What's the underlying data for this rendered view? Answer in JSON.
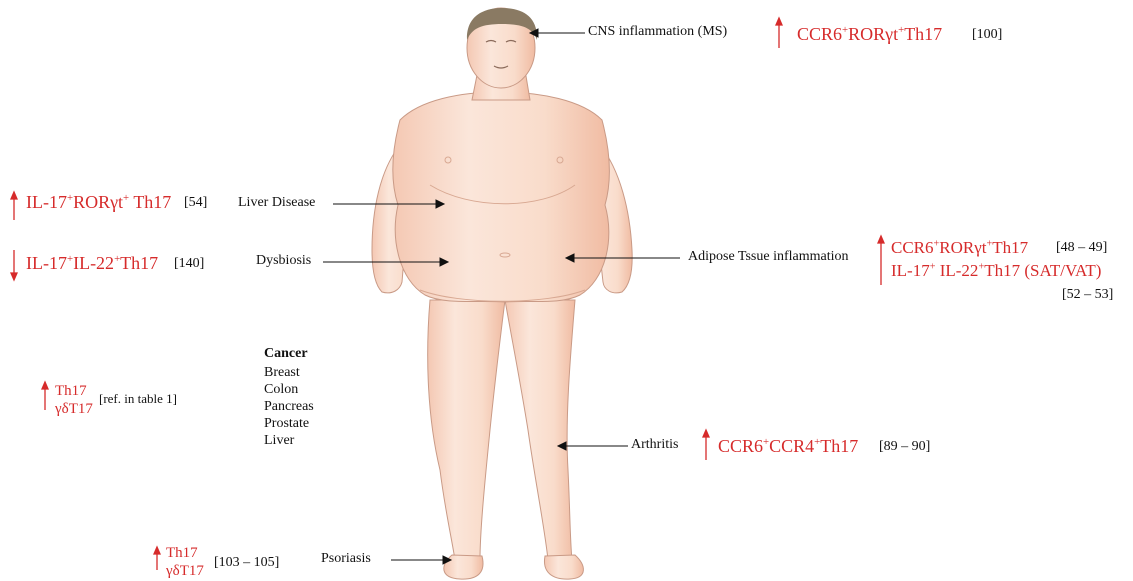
{
  "labels": {
    "cns": "CNS inflammation (MS)",
    "liver_disease": "Liver Disease",
    "dysbiosis": "Dysbiosis",
    "adipose": "Adipose Tssue inflammation",
    "arthritis": "Arthritis",
    "psoriasis": "Psoriasis"
  },
  "cancer": {
    "title": "Cancer",
    "items": [
      "Breast",
      "Colon",
      "Pancreas",
      "Prostate",
      "Liver"
    ]
  },
  "markers": {
    "cns": {
      "text_html": "CCR6<sup>+</sup>RORγt<sup>+</sup>Th17",
      "ref": "[100]",
      "direction": "up"
    },
    "liver": {
      "text_html": "IL-17<sup>+</sup>RORγt<sup>+</sup> Th17",
      "ref": "[54]",
      "direction": "up"
    },
    "dysbiosis": {
      "text_html": "IL-17<sup>+</sup>IL-22<sup>+</sup>Th17",
      "ref": "[140]",
      "direction": "down"
    },
    "adipose_1": {
      "text_html": "CCR6<sup>+</sup>RORγt<sup>+</sup>Th17",
      "ref": "[48 – 49]",
      "direction": "up"
    },
    "adipose_2": {
      "text_html": "IL-17<sup>+</sup> IL-22<sup>+</sup>Th17 (SAT/VAT)",
      "ref": "[52 – 53]"
    },
    "cancer_1": "Th17",
    "cancer_2": "γδT17",
    "cancer_ref": "[ref. in table 1]",
    "arthritis": {
      "text_html": "CCR6<sup>+</sup>CCR4<sup>+</sup>Th17",
      "ref": "[89 – 90]",
      "direction": "up"
    },
    "psoriasis_1": "Th17",
    "psoriasis_2": "γδT17",
    "psoriasis_ref": "[103 – 105]"
  },
  "colors": {
    "accent": "#d62b2b",
    "skin": "#f9dccb",
    "skin_shadow": "#f2bfa6",
    "hair": "#8a7a63",
    "text": "#111111"
  }
}
